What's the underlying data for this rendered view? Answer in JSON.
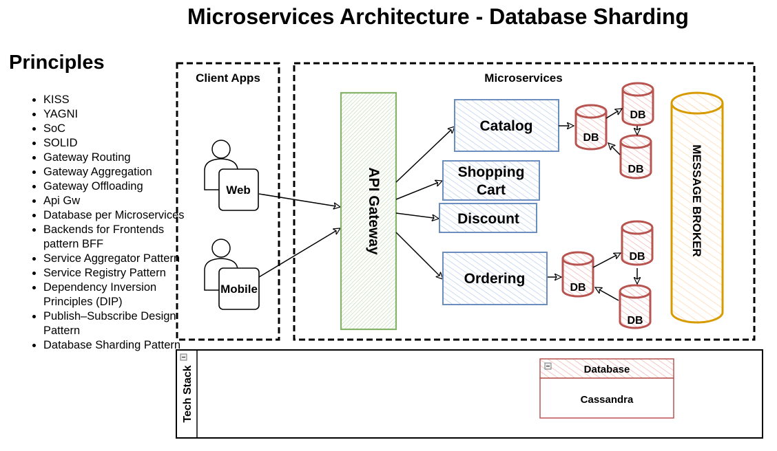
{
  "title": "Microservices Architecture - Database Sharding",
  "principles": {
    "heading": "Principles",
    "items": [
      "KISS",
      "YAGNI",
      "SoC",
      "SOLID",
      "Gateway Routing",
      "Gateway Aggregation",
      "Gateway Offloading",
      "Api Gw",
      "Database per Microservices",
      "Backends for Frontends pattern BFF",
      "Service Aggregator Pattern",
      "Service Registry Pattern",
      "Dependency Inversion Principles (DIP)",
      "Publish–Subscribe Design Pattern",
      "Database Sharding Pattern"
    ]
  },
  "client_apps": {
    "label": "Client Apps",
    "clients": [
      {
        "label": "Web"
      },
      {
        "label": "Mobile"
      }
    ]
  },
  "microservices": {
    "label": "Microservices",
    "gateway": "API Gateway",
    "services": [
      {
        "label_line1": "Catalog",
        "label_line2": ""
      },
      {
        "label_line1": "Shopping",
        "label_line2": "Cart"
      },
      {
        "label_line1": "Discount",
        "label_line2": ""
      },
      {
        "label_line1": "Ordering",
        "label_line2": ""
      }
    ],
    "db_label": "DB",
    "message_broker": "MESSAGE BROKER"
  },
  "tech_stack": {
    "label": "Tech Stack",
    "collapse_icon": "minus-box-icon",
    "database_group": {
      "header": "Database",
      "value": "Cassandra"
    }
  },
  "colors": {
    "service_stroke": "#6c8ebf",
    "service_fill": "#dae8fc",
    "gateway_stroke": "#82b366",
    "gateway_fill": "#d5e8d4",
    "db_stroke": "#b85450",
    "db_fill": "#f8cecc",
    "broker_stroke": "#d79b00",
    "broker_fill": "#ffe6cc"
  }
}
